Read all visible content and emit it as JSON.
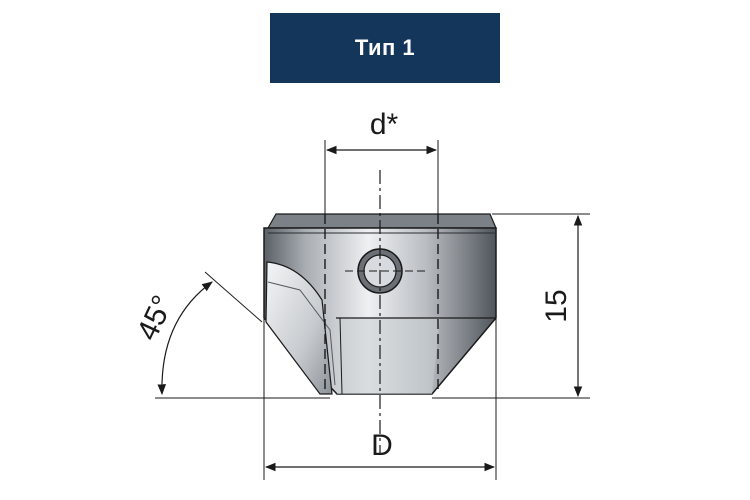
{
  "header": {
    "title": "Тип 1"
  },
  "dimensions": {
    "bore_diameter": "d*",
    "outer_diameter": "D",
    "height": "15",
    "angle": "45°"
  },
  "colors": {
    "banner": "#13365a",
    "steel_dark": "#4a4f55",
    "steel_light": "#e4e7ea",
    "line": "#1a1a1a"
  }
}
